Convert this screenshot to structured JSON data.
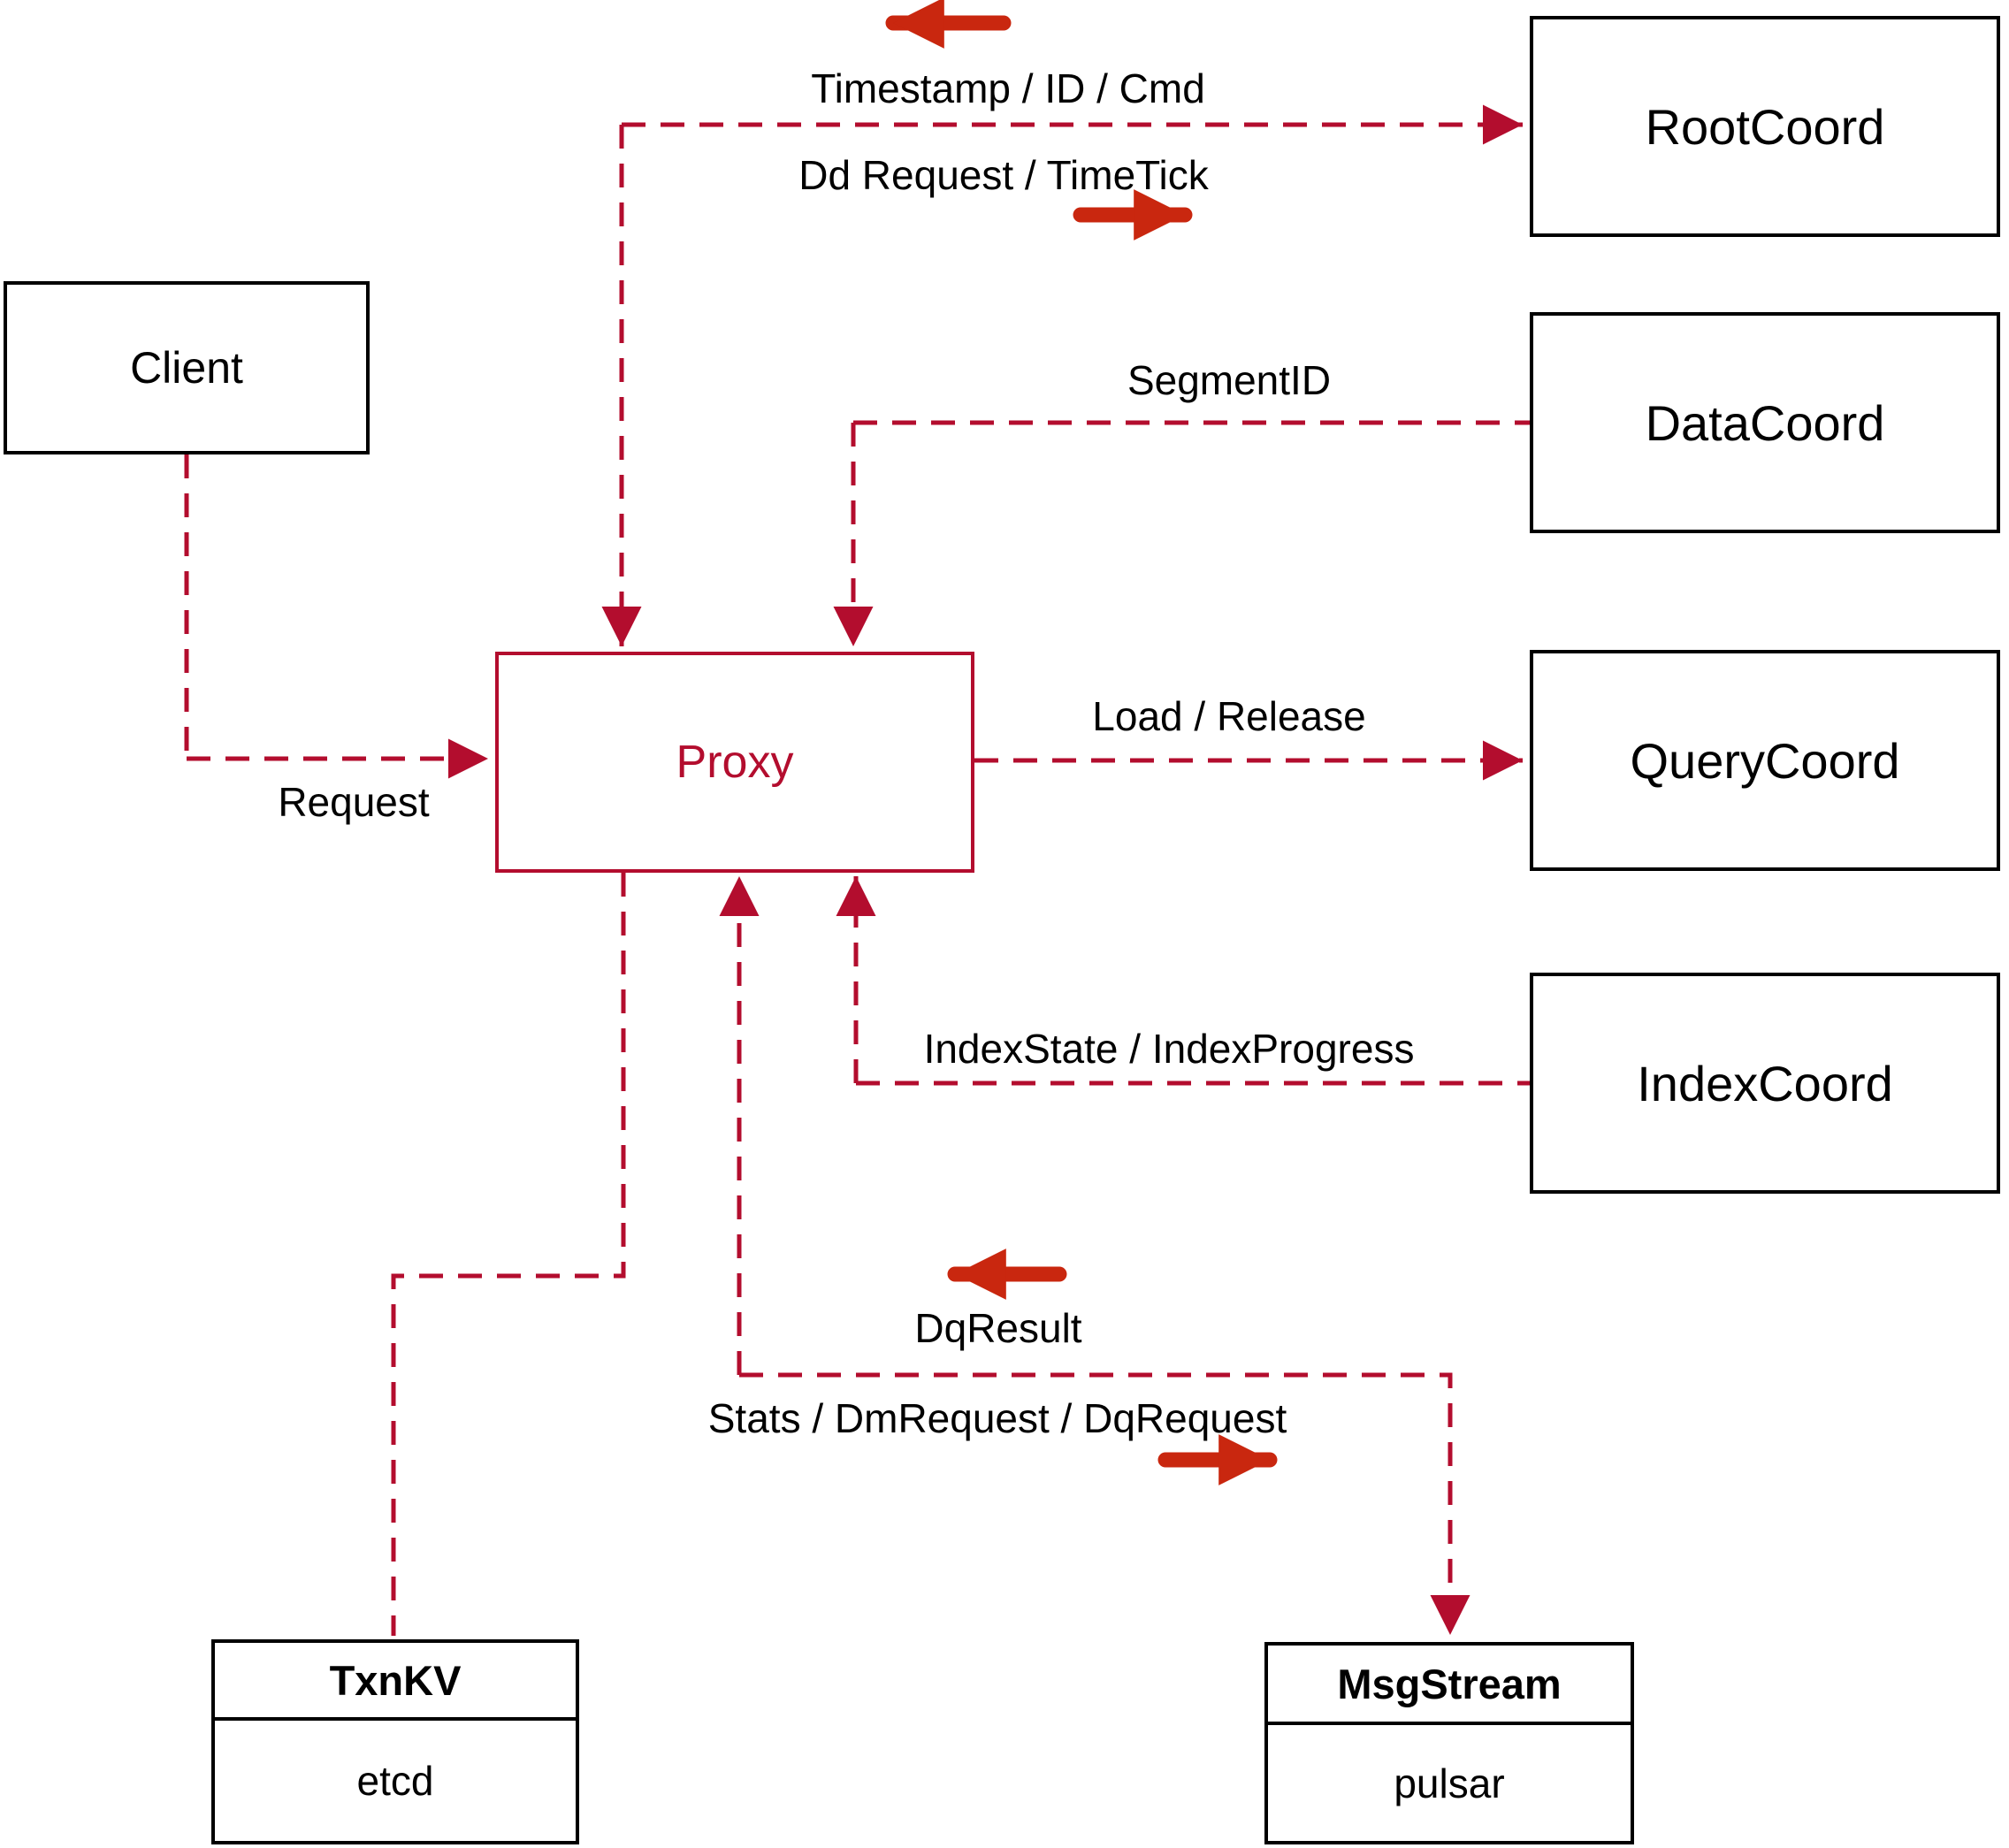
{
  "diagram": {
    "description": "Proxy architecture diagram",
    "colors": {
      "dashed_line": "#b30d2e",
      "solid_arrow": "#c9270f",
      "proxy_accent": "#b30d2e",
      "box_border": "#000000",
      "background": "#ffffff"
    }
  },
  "nodes": {
    "client": {
      "label": "Client"
    },
    "proxy": {
      "label": "Proxy"
    },
    "root_coord": {
      "label": "RootCoord"
    },
    "data_coord": {
      "label": "DataCoord"
    },
    "query_coord": {
      "label": "QueryCoord"
    },
    "index_coord": {
      "label": "IndexCoord"
    },
    "txn_kv": {
      "title": "TxnKV",
      "impl": "etcd"
    },
    "msg_stream": {
      "title": "MsgStream",
      "impl": "pulsar"
    }
  },
  "edge_labels": {
    "timestamp_id_cmd": "Timestamp / ID / Cmd",
    "dd_request_timetick": "Dd Request / TimeTick",
    "segment_id": "SegmentID",
    "load_release": "Load / Release",
    "index_state_progress": "IndexState / IndexProgress",
    "request": "Request",
    "dq_result": "DqResult",
    "stats_dm_dq": "Stats / DmRequest / DqRequest"
  },
  "edges": [
    {
      "from": "proxy",
      "to": "root_coord",
      "labels": [
        "dd_request_timetick"
      ],
      "back_labels": [
        "timestamp_id_cmd"
      ],
      "style": "dashed-bidirectional"
    },
    {
      "from": "data_coord",
      "to": "proxy",
      "labels": [
        "segment_id"
      ],
      "style": "dashed"
    },
    {
      "from": "proxy",
      "to": "query_coord",
      "labels": [
        "load_release"
      ],
      "style": "dashed"
    },
    {
      "from": "index_coord",
      "to": "proxy",
      "labels": [
        "index_state_progress"
      ],
      "style": "dashed"
    },
    {
      "from": "client",
      "to": "proxy",
      "labels": [
        "request"
      ],
      "style": "dashed"
    },
    {
      "from": "proxy",
      "to": "txn_kv",
      "labels": [],
      "style": "dashed-plain"
    },
    {
      "from": "proxy",
      "to": "msg_stream",
      "labels": [
        "stats_dm_dq"
      ],
      "back_labels": [
        "dq_result"
      ],
      "style": "dashed-bidirectional"
    }
  ],
  "icons": {
    "solid_left_arrow": "arrow-left-icon",
    "solid_right_arrow": "arrow-right-icon",
    "dashed_arrowhead": "triangle-arrowhead-icon"
  }
}
